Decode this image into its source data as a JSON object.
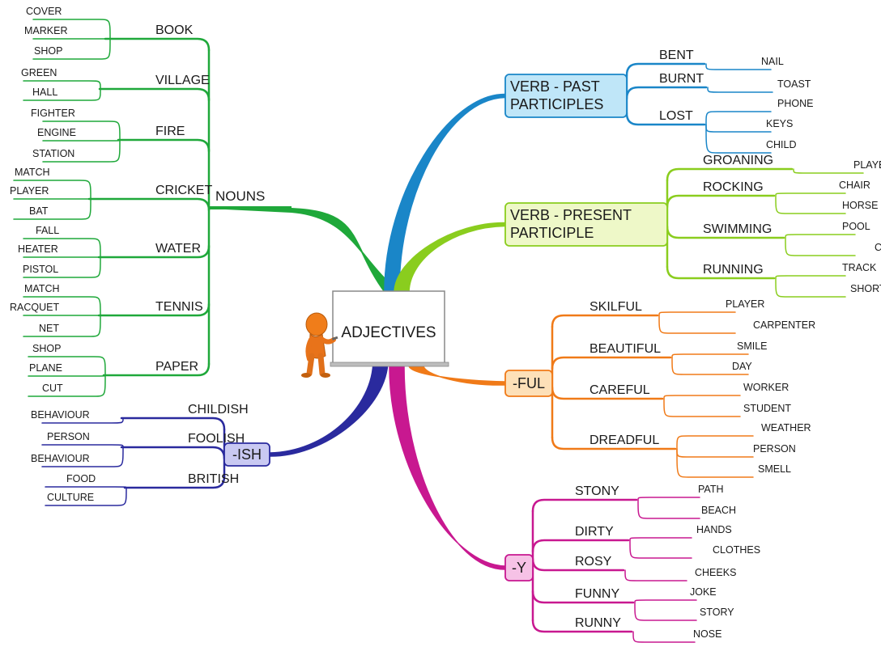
{
  "root": {
    "label": "ADJECTIVES",
    "icon": "presenter-figure-icon"
  },
  "branches": [
    {
      "label": [
        "NOUNS"
      ],
      "color": "#1fa83a",
      "boxed": false,
      "children": [
        {
          "label": "BOOK",
          "children": [
            "COVER",
            "MARKER",
            "SHOP"
          ]
        },
        {
          "label": "VILLAGE",
          "children": [
            "GREEN",
            "HALL"
          ]
        },
        {
          "label": "FIRE",
          "children": [
            "FIGHTER",
            "ENGINE",
            "STATION"
          ]
        },
        {
          "label": "CRICKET",
          "children": [
            "MATCH",
            "PLAYER",
            "BAT"
          ]
        },
        {
          "label": "WATER",
          "children": [
            "FALL",
            "HEATER",
            "PISTOL"
          ]
        },
        {
          "label": "TENNIS",
          "children": [
            "MATCH",
            "RACQUET",
            "NET"
          ]
        },
        {
          "label": "PAPER",
          "children": [
            "SHOP",
            "PLANE",
            "CUT"
          ]
        }
      ]
    },
    {
      "label": [
        "-ISH"
      ],
      "color": "#2a2a9e",
      "fill": "#c9c9f2",
      "boxed": true,
      "children": [
        {
          "label": "CHILDISH",
          "children": [
            "BEHAVIOUR"
          ]
        },
        {
          "label": "FOOLISH",
          "children": [
            "PERSON",
            "BEHAVIOUR"
          ]
        },
        {
          "label": "BRITISH",
          "children": [
            "FOOD",
            "CULTURE"
          ]
        }
      ]
    },
    {
      "label": [
        "VERB - PAST",
        "PARTICIPLES"
      ],
      "color": "#1a86c8",
      "fill": "#bfe6f8",
      "boxed": true,
      "children": [
        {
          "label": "BENT",
          "children": [
            "NAIL"
          ]
        },
        {
          "label": "BURNT",
          "children": [
            "TOAST"
          ]
        },
        {
          "label": "LOST",
          "children": [
            "PHONE",
            "KEYS",
            "CHILD"
          ]
        }
      ]
    },
    {
      "label": [
        "VERB - PRESENT",
        "PARTICIPLE"
      ],
      "color": "#8acd1e",
      "fill": "#eef8c8",
      "boxed": true,
      "children": [
        {
          "label": "GROANING",
          "children": [
            "PLAYER"
          ]
        },
        {
          "label": "ROCKING",
          "children": [
            "CHAIR",
            "HORSE"
          ]
        },
        {
          "label": "SWIMMING",
          "children": [
            "POOL",
            "COSTUME"
          ]
        },
        {
          "label": "RUNNING",
          "children": [
            "TRACK",
            "SHORTS"
          ]
        }
      ]
    },
    {
      "label": [
        "-FUL"
      ],
      "color": "#f07a18",
      "fill": "#fde0b8",
      "boxed": true,
      "children": [
        {
          "label": "SKILFUL",
          "children": [
            "PLAYER",
            "CARPENTER"
          ]
        },
        {
          "label": "BEAUTIFUL",
          "children": [
            "SMILE",
            "DAY"
          ]
        },
        {
          "label": "CAREFUL",
          "children": [
            "WORKER",
            "STUDENT"
          ]
        },
        {
          "label": "DREADFUL",
          "children": [
            "WEATHER",
            "PERSON",
            "SMELL"
          ]
        }
      ]
    },
    {
      "label": [
        "-Y"
      ],
      "color": "#c81890",
      "fill": "#f6c2e6",
      "boxed": true,
      "children": [
        {
          "label": "STONY",
          "children": [
            "PATH",
            "BEACH"
          ]
        },
        {
          "label": "DIRTY",
          "children": [
            "HANDS",
            "CLOTHES"
          ]
        },
        {
          "label": "ROSY",
          "children": [
            "CHEEKS"
          ]
        },
        {
          "label": "FUNNY",
          "children": [
            "JOKE",
            "STORY"
          ]
        },
        {
          "label": "RUNNY",
          "children": [
            "NOSE"
          ]
        }
      ]
    }
  ]
}
